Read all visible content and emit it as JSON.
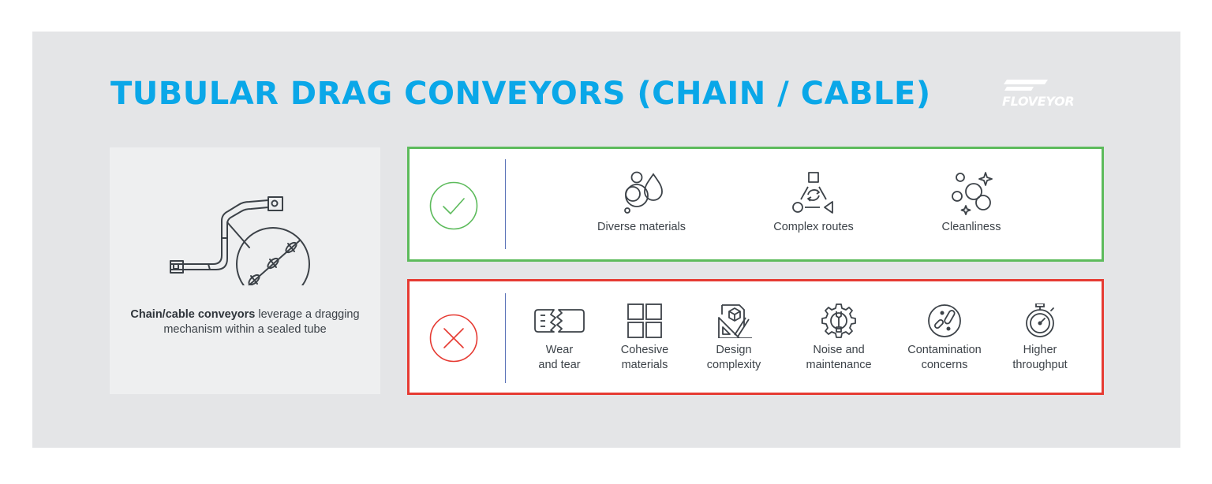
{
  "header": {
    "title": "TUBULAR DRAG CONVEYORS (CHAIN / CABLE)",
    "logo_text": "FLOVEYOR"
  },
  "left_card": {
    "caption_bold": "Chain/cable conveyors",
    "caption_rest": " leverage a dragging mechanism within a sealed tube"
  },
  "pros": {
    "badge_icon": "checkmark-icon",
    "color": "#5dbb5c",
    "items": [
      {
        "icon": "droplets-bubbles-icon",
        "label": "Diverse materials"
      },
      {
        "icon": "route-shapes-icon",
        "label": "Complex routes"
      },
      {
        "icon": "sparkle-bubbles-icon",
        "label": "Cleanliness"
      }
    ]
  },
  "cons": {
    "badge_icon": "cross-icon",
    "color": "#e63b33",
    "items": [
      {
        "icon": "worn-part-icon",
        "label": "Wear\nand tear"
      },
      {
        "icon": "grid-squares-icon",
        "label": "Cohesive\nmaterials"
      },
      {
        "icon": "blueprint-icon",
        "label": "Design\ncomplexity"
      },
      {
        "icon": "gear-wrench-icon",
        "label": "Noise and\nmaintenance"
      },
      {
        "icon": "bacteria-icon",
        "label": "Contamination\nconcerns"
      },
      {
        "icon": "stopwatch-icon",
        "label": "Higher\nthroughput"
      }
    ]
  },
  "colors": {
    "title": "#0aa7e8",
    "panel": "#e4e5e7",
    "icon_stroke": "#3c4248"
  }
}
